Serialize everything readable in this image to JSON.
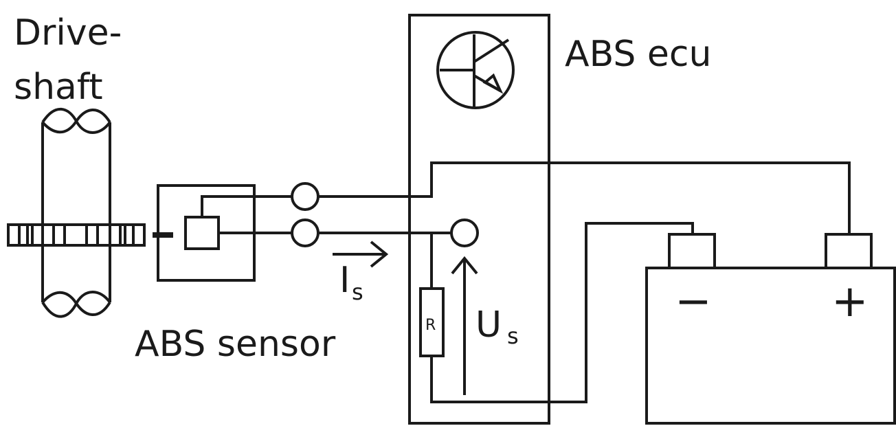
{
  "labels": {
    "driveshaft_line1": "Drive-",
    "driveshaft_line2": "shaft",
    "abs_ecu": "ABS ecu",
    "abs_sensor": "ABS sensor",
    "current_main": "I",
    "current_sub": "s",
    "voltage_main": "U",
    "voltage_sub": "s",
    "resistor": "R",
    "battery_minus": "−",
    "battery_plus": "+"
  },
  "icons": [
    "transistor-icon",
    "current-arrow-icon",
    "voltage-arrow-icon"
  ]
}
